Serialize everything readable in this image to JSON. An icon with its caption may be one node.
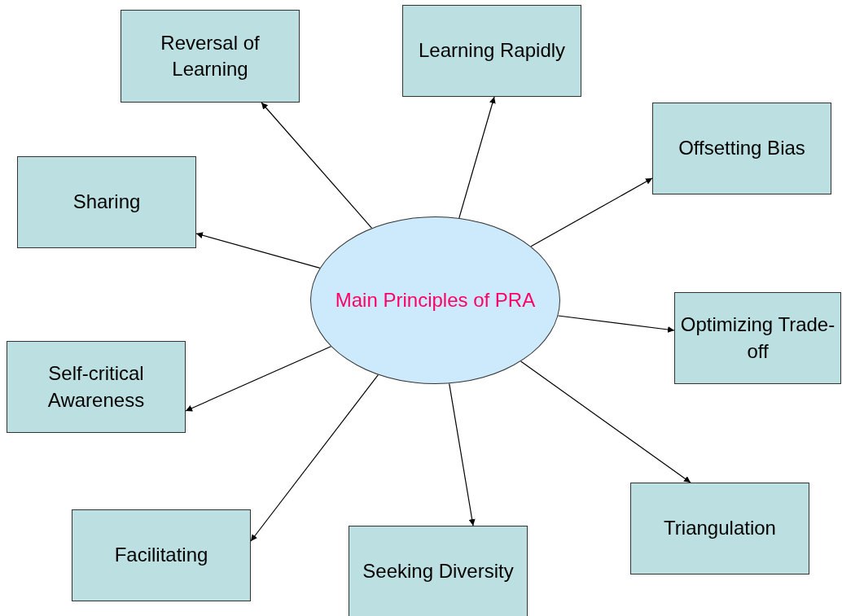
{
  "diagram": {
    "nodes": [
      {
        "text": [
          "Main Principles of PRA"
        ]
      },
      {
        "text": [
          "Reversal of Learning"
        ]
      },
      {
        "text": [
          "Learning Rapidly"
        ]
      },
      {
        "text": [
          "Offsetting Bias"
        ]
      },
      {
        "text": [
          "Sharing"
        ]
      },
      {
        "text": [
          "Optimizing Trade-off"
        ]
      },
      {
        "text": [
          "Self-critical Awareness"
        ]
      },
      {
        "text": [
          "Triangulation"
        ]
      },
      {
        "text": [
          "Facilitating"
        ]
      },
      {
        "text": [
          "Seeking Diversity"
        ]
      }
    ],
    "edges": [
      {
        "from": 0,
        "to": 1,
        "arrow": "to"
      },
      {
        "from": 0,
        "to": 2,
        "arrow": "to"
      },
      {
        "from": 0,
        "to": 3,
        "arrow": "to"
      },
      {
        "from": 0,
        "to": 4,
        "arrow": "to"
      },
      {
        "from": 0,
        "to": 5,
        "arrow": "to"
      },
      {
        "from": 0,
        "to": 6,
        "arrow": "to"
      },
      {
        "from": 0,
        "to": 7,
        "arrow": "to"
      },
      {
        "from": 0,
        "to": 8,
        "arrow": "to"
      },
      {
        "from": 0,
        "to": 9,
        "arrow": "to"
      }
    ]
  }
}
